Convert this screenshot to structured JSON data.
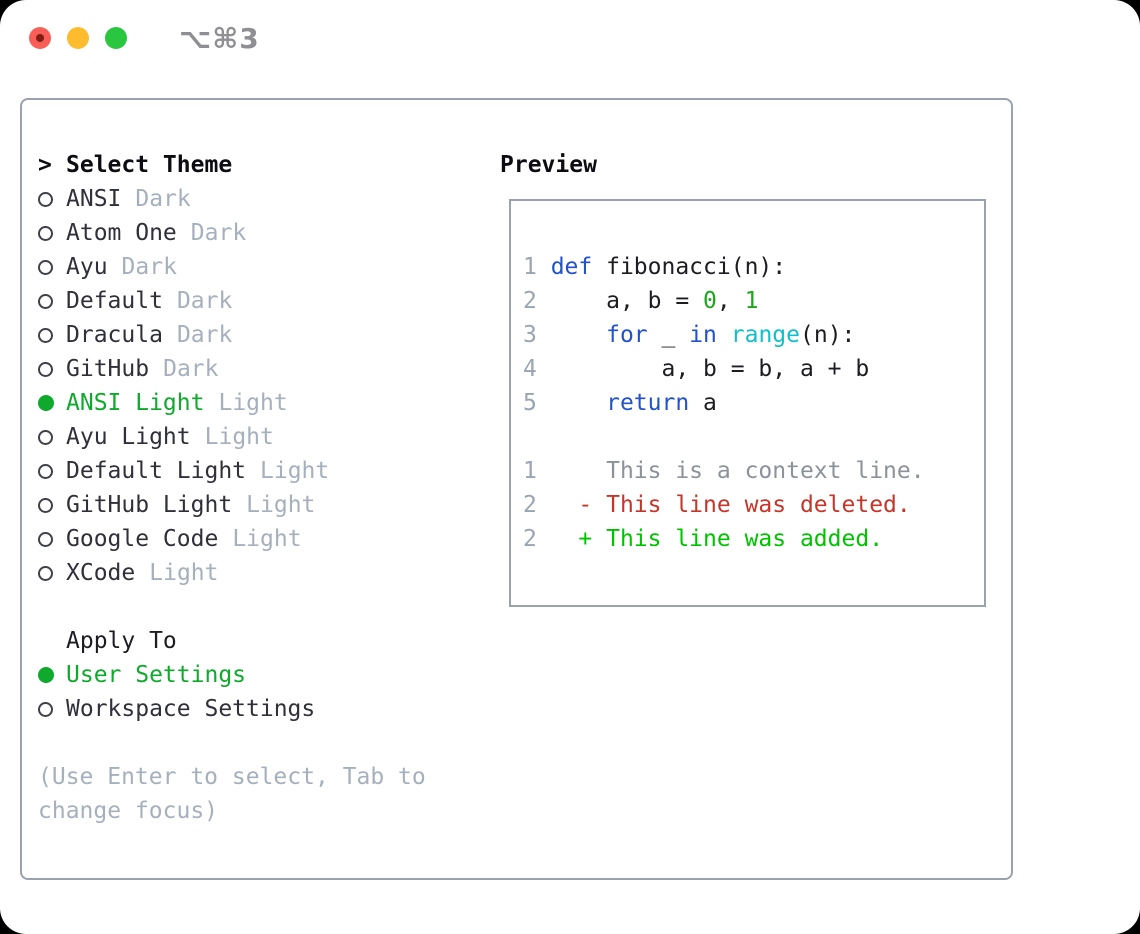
{
  "window": {
    "title": "⌥⌘3"
  },
  "traffic_lights": [
    {
      "name": "close",
      "color": "#f95f57"
    },
    {
      "name": "minimize",
      "color": "#fdbc2e"
    },
    {
      "name": "zoom",
      "color": "#28c73f"
    }
  ],
  "theme_panel": {
    "header": {
      "prefix": ">",
      "label": "Select Theme"
    },
    "themes": [
      {
        "name": "ANSI",
        "tag": "Dark",
        "selected": false
      },
      {
        "name": "Atom One",
        "tag": "Dark",
        "selected": false
      },
      {
        "name": "Ayu",
        "tag": "Dark",
        "selected": false
      },
      {
        "name": "Default",
        "tag": "Dark",
        "selected": false
      },
      {
        "name": "Dracula",
        "tag": "Dark",
        "selected": false
      },
      {
        "name": "GitHub",
        "tag": "Dark",
        "selected": false
      },
      {
        "name": "ANSI Light",
        "tag": "Light",
        "selected": true
      },
      {
        "name": "Ayu Light",
        "tag": "Light",
        "selected": false
      },
      {
        "name": "Default Light",
        "tag": "Light",
        "selected": false
      },
      {
        "name": "GitHub Light",
        "tag": "Light",
        "selected": false
      },
      {
        "name": "Google Code",
        "tag": "Light",
        "selected": false
      },
      {
        "name": "XCode",
        "tag": "Light",
        "selected": false
      }
    ],
    "apply_to": {
      "label": "Apply To",
      "options": [
        {
          "label": "User Settings",
          "selected": true
        },
        {
          "label": "Workspace Settings",
          "selected": false
        }
      ]
    },
    "hint_lines": [
      "(Use Enter to select, Tab to",
      "change focus)"
    ]
  },
  "preview": {
    "label": "Preview",
    "code_lines": [
      {
        "num": "1",
        "segments": [
          {
            "style": "keyword",
            "text": "def"
          },
          {
            "style": "plain",
            "text": " fibonacci(n):"
          }
        ]
      },
      {
        "num": "2",
        "segments": [
          {
            "style": "plain",
            "text": "    a, b = "
          },
          {
            "style": "literal",
            "text": "0"
          },
          {
            "style": "plain",
            "text": ", "
          },
          {
            "style": "literal",
            "text": "1"
          }
        ]
      },
      {
        "num": "3",
        "segments": [
          {
            "style": "plain",
            "text": "    "
          },
          {
            "style": "keyword",
            "text": "for"
          },
          {
            "style": "plain",
            "text": " _ "
          },
          {
            "style": "keyword",
            "text": "in"
          },
          {
            "style": "plain",
            "text": " "
          },
          {
            "style": "builtin",
            "text": "range"
          },
          {
            "style": "plain",
            "text": "(n):"
          }
        ]
      },
      {
        "num": "4",
        "segments": [
          {
            "style": "plain",
            "text": "        a, b = b, a + b"
          }
        ]
      },
      {
        "num": "5",
        "segments": [
          {
            "style": "plain",
            "text": "    "
          },
          {
            "style": "keyword",
            "text": "return"
          },
          {
            "style": "plain",
            "text": " a"
          }
        ]
      },
      {
        "num": "",
        "segments": []
      },
      {
        "num": "1",
        "segments": [
          {
            "style": "context",
            "text": "    This is a context line."
          }
        ]
      },
      {
        "num": "2",
        "segments": [
          {
            "style": "deleted",
            "text": "  - This line was deleted."
          }
        ]
      },
      {
        "num": "2",
        "segments": [
          {
            "style": "added",
            "text": "  + This line was added."
          }
        ]
      }
    ]
  },
  "colors": {
    "selection_green": "#0fa92c",
    "keyword_blue": "#2152cc",
    "builtin_cyan": "#10bfc9",
    "literal_green": "#1ca61c",
    "added_green": "#00c300",
    "deleted_red": "#c5362a",
    "context_gray": "#8b9299",
    "muted_gray": "#a6b0bd",
    "line_number_gray": "#9aa5b2",
    "border_gray": "#9aa3ad",
    "title_gray": "#8e8e93",
    "text_dark": "#1c1c22"
  }
}
